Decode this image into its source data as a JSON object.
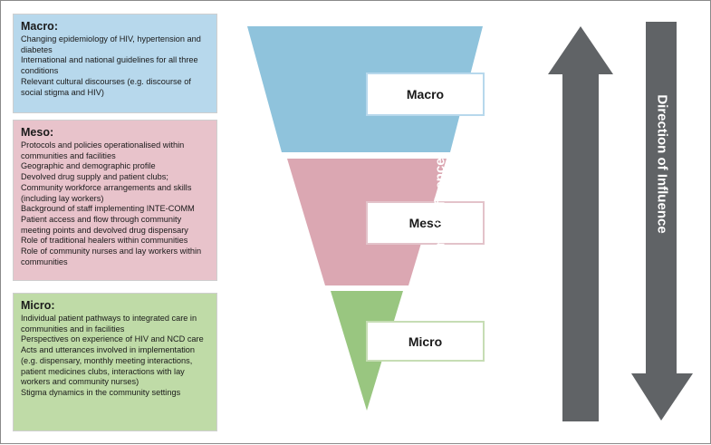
{
  "macro": {
    "title": "Macro:",
    "items": [
      "Changing epidemiology of HIV, hypertension and diabetes",
      "International and national guidelines for all three conditions",
      "Relevant cultural discourses (e.g. discourse of social stigma and HIV)"
    ]
  },
  "meso": {
    "title": "Meso:",
    "items": [
      "Protocols and policies operationalised within communities and facilities",
      "Geographic and demographic profile",
      "Devolved drug supply and patient clubs;",
      "Community workforce arrangements and skills (including lay workers)",
      "Background of staff implementing INTE-COMM",
      "Patient access and flow through community meeting points and devolved drug dispensary",
      "Role of traditional healers within communities",
      "Role of community nurses and lay workers within communities"
    ]
  },
  "micro": {
    "title": "Micro:",
    "items": [
      "Individual patient pathways to integrated care in communities and in facilities",
      "Perspectives on experience of HIV and NCD care",
      "Acts and utterances involved in implementation (e.g. dispensary, monthly meeting interactions, patient medicines clubs, interactions with lay workers and community nurses)",
      "Stigma dynamics in the community settings"
    ]
  },
  "funnel": {
    "macro_label": "Macro",
    "meso_label": "Meso",
    "micro_label": "Micro"
  },
  "arrows": {
    "up_label": "Direction of Influence",
    "down_label": "Direction of Influence",
    "color": "#606366"
  },
  "colors": {
    "macro": "#8fc3dc",
    "meso": "#dba7b2",
    "micro": "#99c680"
  }
}
